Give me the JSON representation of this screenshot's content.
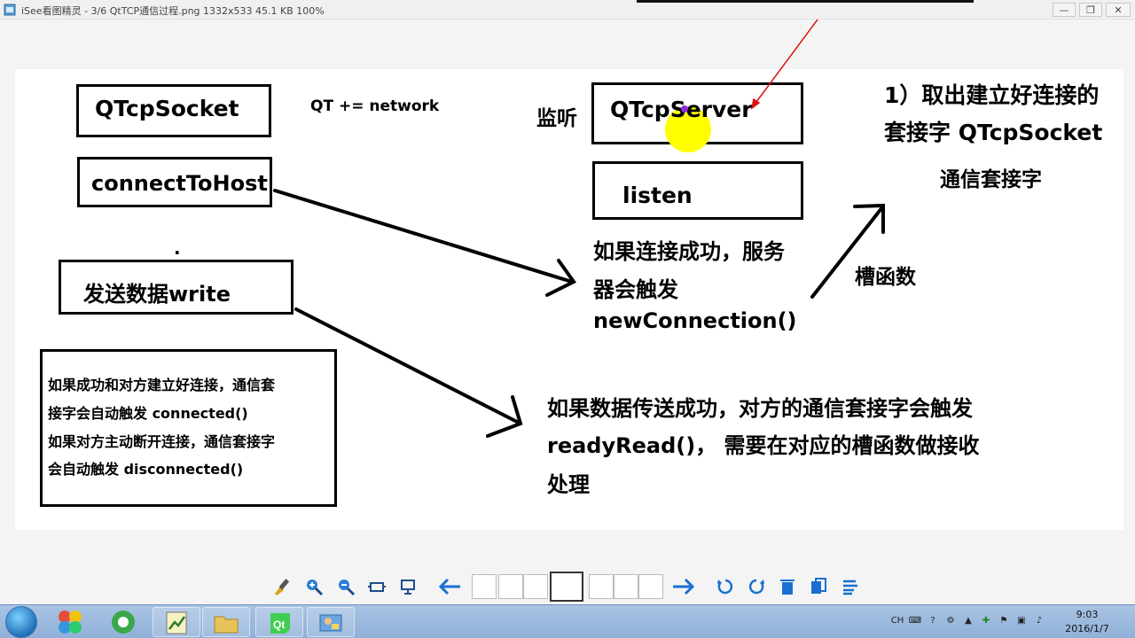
{
  "window": {
    "title": "iSee看图精灵 - 3/6  QtTCP通信过程.png  1332x533  45.1 KB  100%"
  },
  "slide": {
    "qtcpsocket_label": "QTcpSocket",
    "qt_network": "QT += network",
    "connect_label": "connectToHost",
    "dot": ".",
    "write_label": "发送数据write",
    "listen_cn": "监听",
    "qtcpserver_label": "QTcpServer",
    "listen_label": "listen",
    "note_right_line1": "1）取出建立好连接的",
    "note_right_line2": "套接字  QTcpSocket",
    "note_right_line3": "通信套接字",
    "newconn_line1": "如果连接成功，服务",
    "newconn_line2": "器会触发",
    "newconn_line3": "newConnection()",
    "slot_label": "槽函数",
    "status_line1": "如果成功和对方建立好连接，通信套",
    "status_line2": "接字会自动触发 connected()",
    "status_line3": "如果对方主动断开连接，通信套接字",
    "status_line4": "会自动触发 disconnected()",
    "ready_line1": "如果数据传送成功，对方的通信套接字会触发",
    "ready_line2": "readyRead()， 需要在对应的槽函数做接收",
    "ready_line3": "处理"
  },
  "toolbar": {
    "icons": [
      "brush-icon",
      "zoom-in-icon",
      "zoom-out-icon",
      "fit-window-icon",
      "actual-size-icon",
      "prev-arrow-icon",
      "thumbnail-1",
      "thumbnail-2",
      "thumbnail-3-current",
      "thumbnail-4",
      "thumbnail-5",
      "next-arrow-icon",
      "rotate-left-icon",
      "rotate-right-icon",
      "delete-icon",
      "copy-icon",
      "menu-icon"
    ]
  },
  "taskbar": {
    "clock_time": "9:03",
    "clock_date": "2016/1/7",
    "ime": "CH"
  },
  "colors": {
    "arrow_red": "#e01010",
    "highlight": "#ffff00",
    "nav_arrow": "#1a6fd0"
  }
}
